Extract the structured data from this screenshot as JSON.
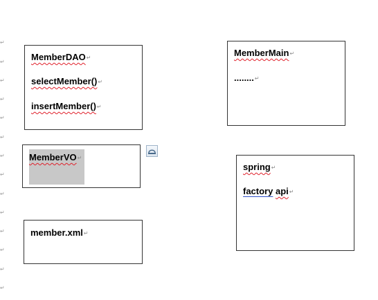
{
  "boxes": {
    "member_dao": {
      "title": "MemberDAO",
      "method_select": "selectMember()",
      "method_insert": "insertMember()"
    },
    "member_vo": {
      "title": "MemberVO"
    },
    "member_xml": {
      "title": "member.xml"
    },
    "member_main": {
      "title": "MemberMain",
      "body": "........"
    },
    "spring_box": {
      "title": "spring",
      "word_factory": "factory",
      "word_api": "api"
    }
  },
  "paragraph_mark": "↵",
  "margin_mark": "↵",
  "icons": {
    "layout_options": "layout-options-icon"
  },
  "colors": {
    "spell_error": "#e0202a",
    "grammar_error": "#3050c8",
    "selection": "#c8c8c8",
    "border": "#333333"
  }
}
